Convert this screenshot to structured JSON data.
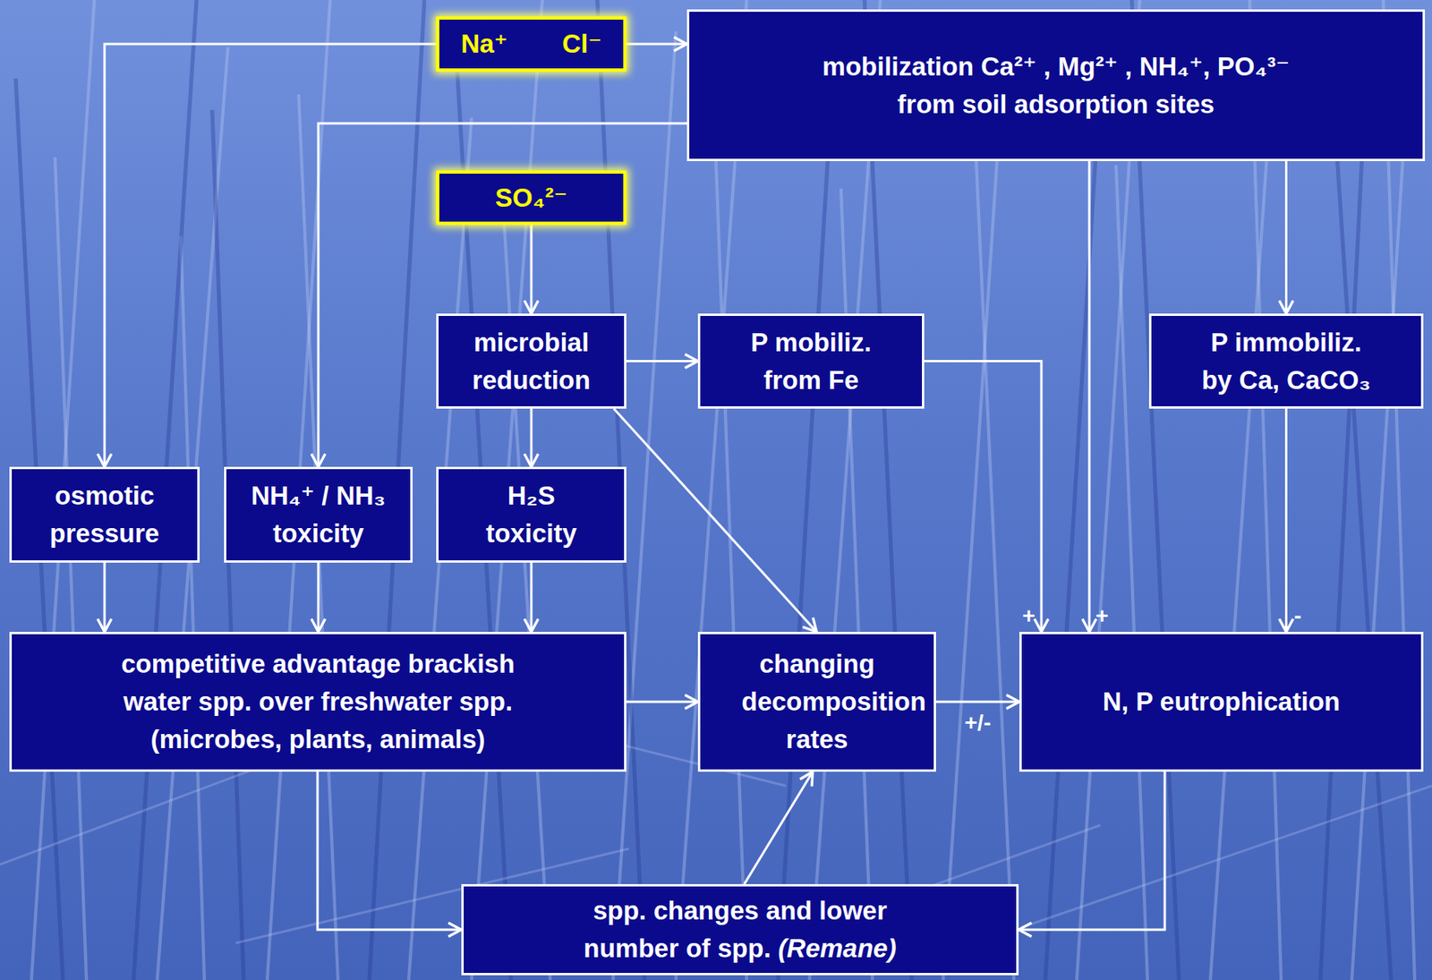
{
  "diagram": {
    "nodes": [
      {
        "text": [
          "Na⁺ Cl⁻"
        ]
      },
      {
        "text": [
          "mobilization Ca²⁺ , Mg²⁺ , NH₄⁺, PO₄³⁻ from soil adsorption sites"
        ]
      },
      {
        "text": [
          "SO₄²⁻"
        ]
      },
      {
        "text": [
          "microbial reduction"
        ]
      },
      {
        "text": [
          "P mobiliz. from Fe"
        ]
      },
      {
        "text": [
          "P immobiliz. by Ca, CaCO₃"
        ]
      },
      {
        "text": [
          "osmotic pressure"
        ]
      },
      {
        "text": [
          "NH₄⁺ / NH₃ toxicity"
        ]
      },
      {
        "text": [
          "H₂S toxicity"
        ]
      },
      {
        "text": [
          "competitive advantage brackish water spp. over freshwater spp. (microbes, plants, animals)"
        ]
      },
      {
        "text": [
          "changing decomposition rates"
        ]
      },
      {
        "text": [
          "N, P eutrophication"
        ]
      },
      {
        "text": [
          "spp. changes and lower number of spp.",
          "(Remane)"
        ]
      }
    ],
    "edges": [
      {
        "from": 0,
        "to": 6,
        "arrow": "to"
      },
      {
        "from": 0,
        "to": 1,
        "arrow": "to"
      },
      {
        "from": 1,
        "to": 7,
        "arrow": "to"
      },
      {
        "from": 1,
        "to": 11,
        "label": "+",
        "arrow": "to"
      },
      {
        "from": 1,
        "to": 5,
        "arrow": "to"
      },
      {
        "from": 2,
        "to": 3,
        "arrow": "to"
      },
      {
        "from": 3,
        "to": 4,
        "arrow": "to"
      },
      {
        "from": 3,
        "to": 8,
        "arrow": "to"
      },
      {
        "from": 3,
        "to": 10,
        "arrow": "to"
      },
      {
        "from": 4,
        "to": 11,
        "label": "+",
        "arrow": "to"
      },
      {
        "from": 5,
        "to": 11,
        "label": "-",
        "arrow": "to"
      },
      {
        "from": 6,
        "to": 9,
        "arrow": "to"
      },
      {
        "from": 7,
        "to": 9,
        "arrow": "to"
      },
      {
        "from": 8,
        "to": 9,
        "arrow": "to"
      },
      {
        "from": 9,
        "to": 10,
        "arrow": "to"
      },
      {
        "from": 10,
        "to": 11,
        "label": "+/-",
        "arrow": "to"
      },
      {
        "from": 9,
        "to": 12,
        "arrow": "to"
      },
      {
        "from": 11,
        "to": 12,
        "arrow": "to"
      },
      {
        "from": 12,
        "to": 10,
        "arrow": "to"
      }
    ]
  }
}
